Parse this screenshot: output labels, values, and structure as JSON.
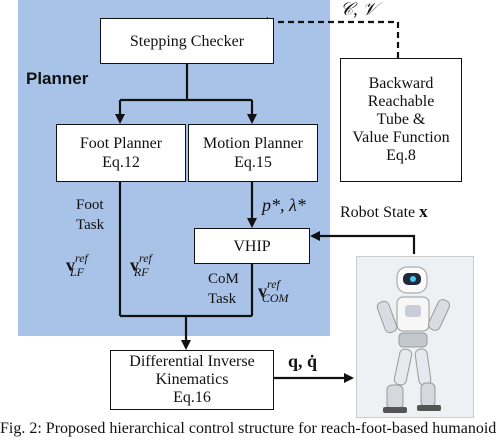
{
  "planner": {
    "title": "Planner"
  },
  "boxes": {
    "stepping_checker": {
      "label": "Stepping Checker"
    },
    "foot_planner": {
      "line1": "Foot Planner",
      "line2": "Eq.12"
    },
    "motion_planner": {
      "line1": "Motion Planner",
      "line2": "Eq.15"
    },
    "vhip": {
      "label": "VHIP"
    },
    "backward_reachable": {
      "line1": "Backward",
      "line2": "Reachable",
      "line3": "Tube &",
      "line4": "Value Function",
      "line5": "Eq.8"
    },
    "diff_ik": {
      "line1": "Differential Inverse",
      "line2": "Kinematics",
      "line3": "Eq.16"
    }
  },
  "labels": {
    "sets": "𝒞, 𝒱",
    "p_lambda": "p*, λ*",
    "foot_task_1": "Foot",
    "foot_task_2": "Task",
    "com_task_1": "CoM",
    "com_task_2": "Task",
    "robot_state_text": "Robot State",
    "robot_state_symbol": "x",
    "q_qdot": "q, q̇",
    "v_base": "v",
    "sup_ref": "ref",
    "sub_lf": "LF",
    "sub_rf": "RF",
    "sub_com": "COM"
  },
  "caption": {
    "text": "Fig. 2: Proposed hierarchical control structure for reach-foot-based humanoid"
  },
  "colors": {
    "planner_bg": "#a9c3e8",
    "line": "#111111"
  },
  "image": {
    "robot": "humanoid-robot-photo"
  }
}
